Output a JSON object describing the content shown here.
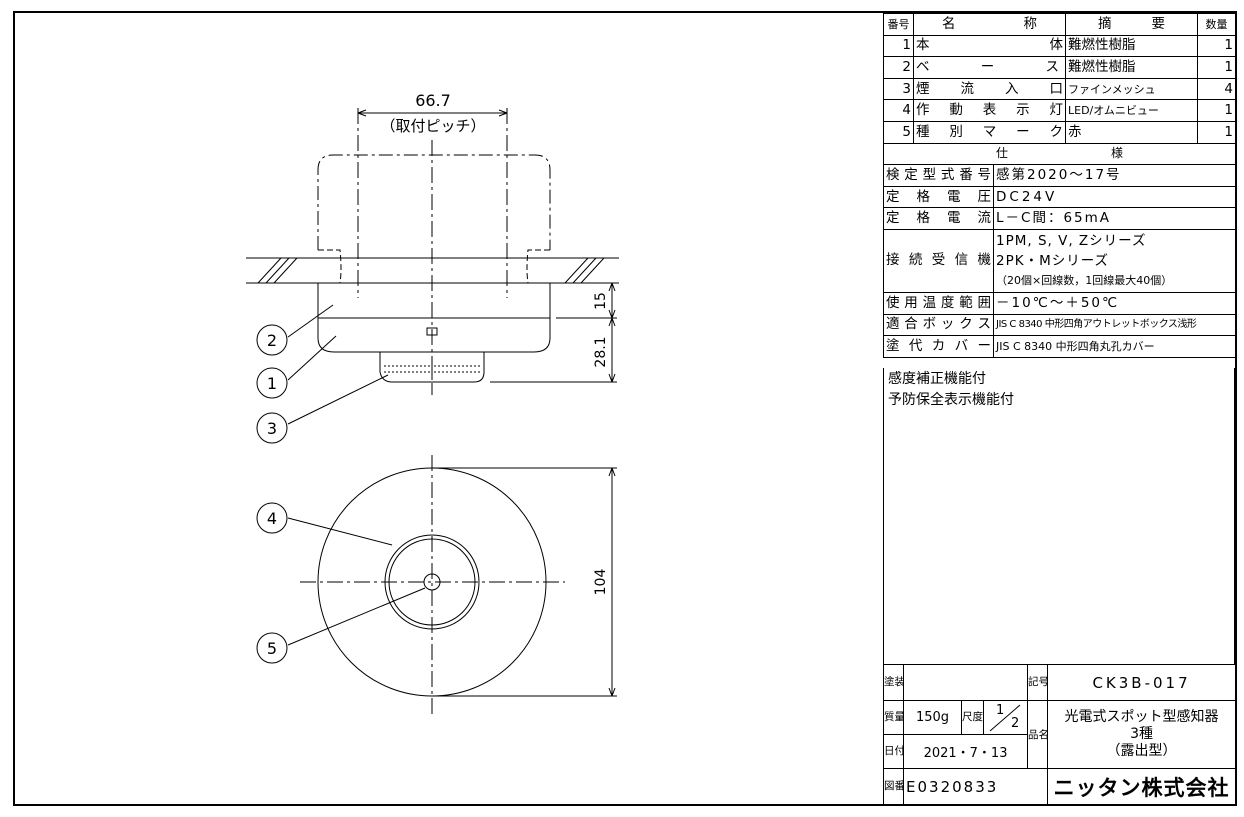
{
  "parts_table": {
    "headers": {
      "no": "番号",
      "name": [
        "名",
        "称"
      ],
      "summary": [
        "摘",
        "要"
      ],
      "qty": "数量"
    },
    "rows": [
      {
        "no": "1",
        "name": [
          "本",
          "体"
        ],
        "summary": "難燃性樹脂",
        "qty": "1"
      },
      {
        "no": "2",
        "name": [
          "ベ",
          "ー",
          "ス"
        ],
        "summary": "難燃性樹脂",
        "qty": "1"
      },
      {
        "no": "3",
        "name": [
          "煙",
          "流",
          "入",
          "口"
        ],
        "summary": "ファインメッシュ",
        "qty": "4"
      },
      {
        "no": "4",
        "name": [
          "作",
          "動",
          "表",
          "示",
          "灯"
        ],
        "summary": "LED/オムニビュー",
        "qty": "1"
      },
      {
        "no": "5",
        "name": [
          "種",
          "別",
          "マ",
          "ー",
          "ク"
        ],
        "summary": "赤",
        "qty": "1"
      }
    ]
  },
  "spec": {
    "heading": [
      "仕",
      "様"
    ],
    "rows": [
      {
        "label": [
          "検",
          "定",
          "型",
          "式",
          "番",
          "号"
        ],
        "value": "感第2020～17号"
      },
      {
        "label": [
          "定",
          "格",
          "電",
          "圧"
        ],
        "value": "DC24V"
      },
      {
        "label": [
          "定",
          "格",
          "電",
          "流"
        ],
        "value": "L－C間：65mA"
      },
      {
        "label": [
          "接",
          "続",
          "受",
          "信",
          "機"
        ],
        "value_lines": [
          "1PM, S, V, Zシリーズ",
          "2PK・Mシリーズ",
          "（20個×回線数，1回線最大40個）"
        ]
      },
      {
        "label": [
          "使",
          "用",
          "温",
          "度",
          "範",
          "囲"
        ],
        "value": "－10℃～＋50℃"
      },
      {
        "label": [
          "適",
          "合",
          "ボ",
          "ッ",
          "ク",
          "ス"
        ],
        "value": "JIS C 8340 中形四角アウトレットボックス浅形"
      },
      {
        "label": [
          "塗",
          "代",
          "カ",
          "バ",
          "ー"
        ],
        "value": "JIS C 8340 中形四角丸孔カバー"
      }
    ],
    "notes": [
      "感度補正機能付",
      "予防保全表示機能付"
    ]
  },
  "title_block": {
    "paint_label": "塗装",
    "paint_value": "",
    "symbol_label": "記号",
    "symbol_value": "CK3B-017",
    "mass_label": "質量",
    "mass_value": "150g",
    "scale_label": "尺度",
    "scale_num": "1",
    "scale_den": "2",
    "product_label": "品名",
    "product_lines": [
      "光電式スポット型感知器",
      "3種",
      "（露出型）"
    ],
    "date_label": "日付",
    "date_value": "2021・7・13",
    "drawing_no_label": "図番",
    "drawing_no_value": "E0320833",
    "company": "ニッタン株式会社"
  },
  "drawing": {
    "dim_pitch_value": "66.7",
    "dim_pitch_note": "（取付ピッチ）",
    "dim_base_height": "15",
    "dim_total_height": "28.1",
    "dim_diameter": "104",
    "balloons": [
      "1",
      "2",
      "3",
      "4",
      "5"
    ]
  }
}
